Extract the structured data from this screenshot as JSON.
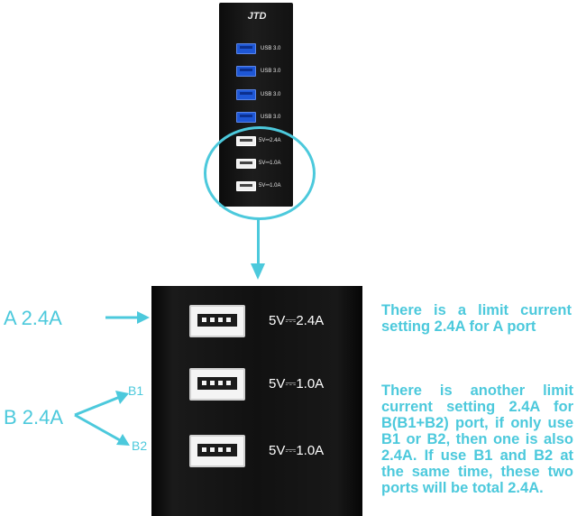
{
  "hub": {
    "logo": "JTD",
    "ports": [
      {
        "kind": "usb3",
        "label": "USB 3.0"
      },
      {
        "kind": "usb3",
        "label": "USB 3.0"
      },
      {
        "kind": "usb3",
        "label": "USB 3.0"
      },
      {
        "kind": "usb3",
        "label": "USB 3.0"
      },
      {
        "kind": "usb2",
        "label": "5V⎓2.4A"
      },
      {
        "kind": "usb2",
        "label": "5V⎓1.0A"
      },
      {
        "kind": "usb2",
        "label": "5V⎓1.0A"
      }
    ]
  },
  "zoom": {
    "ports": [
      {
        "label": "5V⎓2.4A"
      },
      {
        "label": "5V⎓1.0A"
      },
      {
        "label": "5V⎓1.0A"
      }
    ]
  },
  "labels": {
    "a_port": "A  2.4A",
    "b_port": "B  2.4A",
    "b1": "B1",
    "b2": "B2"
  },
  "notes": {
    "a": "There is a limit current setting 2.4A for A port",
    "b": "There is another limit current setting 2.4A for B(B1+B2) port, if only use B1 or B2, then one is also 2.4A. If use B1 and B2 at the same time, these two ports will be total 2.4A."
  },
  "colors": {
    "accent": "#4cc9dc",
    "usb3": "#1e57d6"
  }
}
